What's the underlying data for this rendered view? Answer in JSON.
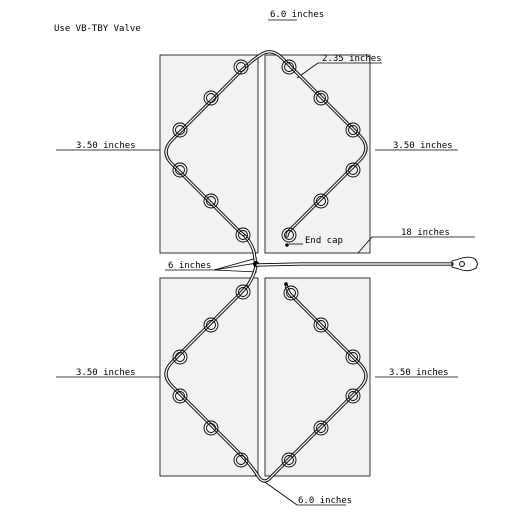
{
  "title": "Use VB-TBY Valve",
  "labels": {
    "top_center": "6.0 inches",
    "top_diagonal": "2.35 inches",
    "upper_left": "3.50 inches",
    "upper_right": "3.50 inches",
    "end_cap": "End cap",
    "supply_length": "18 inches",
    "feed_length": "6 inches",
    "lower_left": "3.50 inches",
    "lower_right": "3.50 inches",
    "bottom_center": "6.0 inches"
  }
}
